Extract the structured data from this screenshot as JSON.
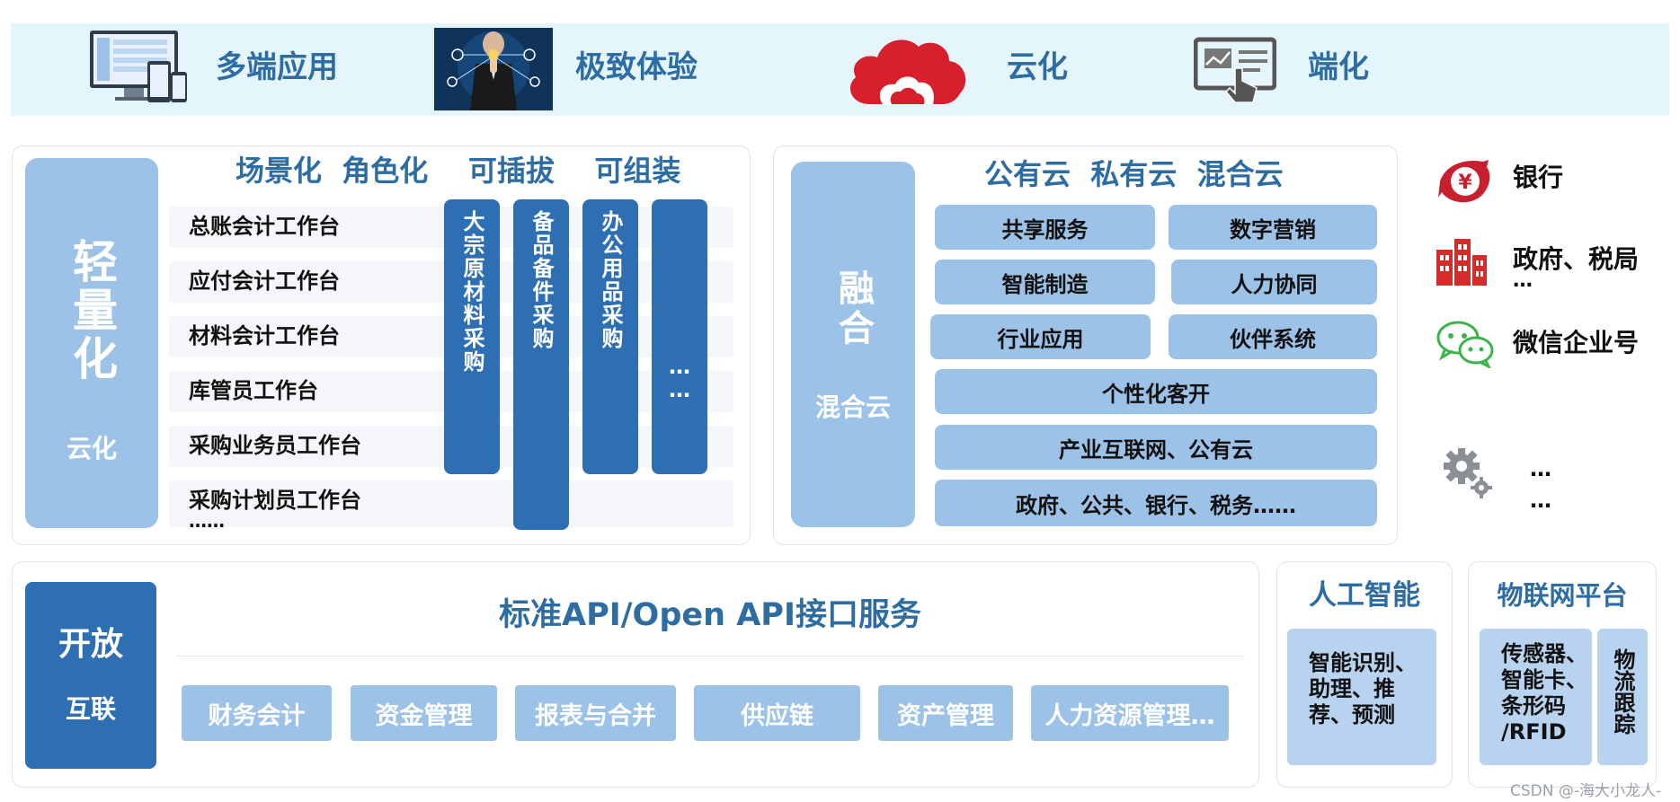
{
  "banner": {
    "items": [
      {
        "label": "多端应用",
        "icon": "multi-device-icon"
      },
      {
        "label": "极致体验",
        "icon": "touch-experience-icon"
      },
      {
        "label": "云化",
        "icon": "cloud-icon"
      },
      {
        "label": "端化",
        "icon": "terminal-touch-icon"
      }
    ]
  },
  "lightweight": {
    "vertical_title": "轻量化",
    "sub": "云化",
    "header": "场景化  角色化    可插拔    可组装",
    "rows": [
      "总账会计工作台",
      "应付会计工作台",
      "材料会计工作台",
      "库管员工作台",
      "采购业务员工作台",
      "采购计划员工作台"
    ],
    "more": "……",
    "columns": [
      "大宗原材料采购",
      "备品备件采购",
      "办公用品采购"
    ],
    "column_more": "…",
    "column_more2": "…"
  },
  "fusion": {
    "vertical_title": "融合",
    "sub": "混合云",
    "header": "公有云  私有云  混合云",
    "grid": [
      "共享服务",
      "数字营销",
      "智能制造",
      "人力协同",
      "行业应用",
      "伙伴系统"
    ],
    "wide": [
      "个性化客开",
      "产业互联网、公有云",
      "政府、公共、银行、税务……"
    ]
  },
  "partners": {
    "items": [
      {
        "label": "银行",
        "icon": "bank-icon",
        "color": "#c8202f"
      },
      {
        "label": "政府、税局",
        "more": "…",
        "icon": "government-building-icon",
        "color": "#d42b2b"
      },
      {
        "label": "微信企业号",
        "icon": "wechat-icon",
        "color": "#3cb34a"
      }
    ],
    "gear_more1": "…",
    "gear_more2": "…"
  },
  "open": {
    "title": "开放",
    "sub": "互联",
    "header": "标准API/Open API接口服务",
    "modules": [
      "财务会计",
      "资金管理",
      "报表与合并",
      "供应链",
      "资产管理",
      "人力资源管理…"
    ]
  },
  "ai": {
    "title": "人工智能",
    "content": [
      "智能识别、",
      "助理、推",
      "荐、预测"
    ]
  },
  "iot": {
    "title": "物联网平台",
    "content": [
      "传感器、",
      "智能卡、",
      "条形码",
      "/RFID"
    ],
    "side": "物流跟踪"
  },
  "watermark": "CSDN @-海大小龙人-",
  "colors": {
    "blue_dark": "#2e6fb3",
    "blue_light": "#9cc2e8",
    "heading": "#2e6da4",
    "banner_bg": "#e4f6fb"
  }
}
